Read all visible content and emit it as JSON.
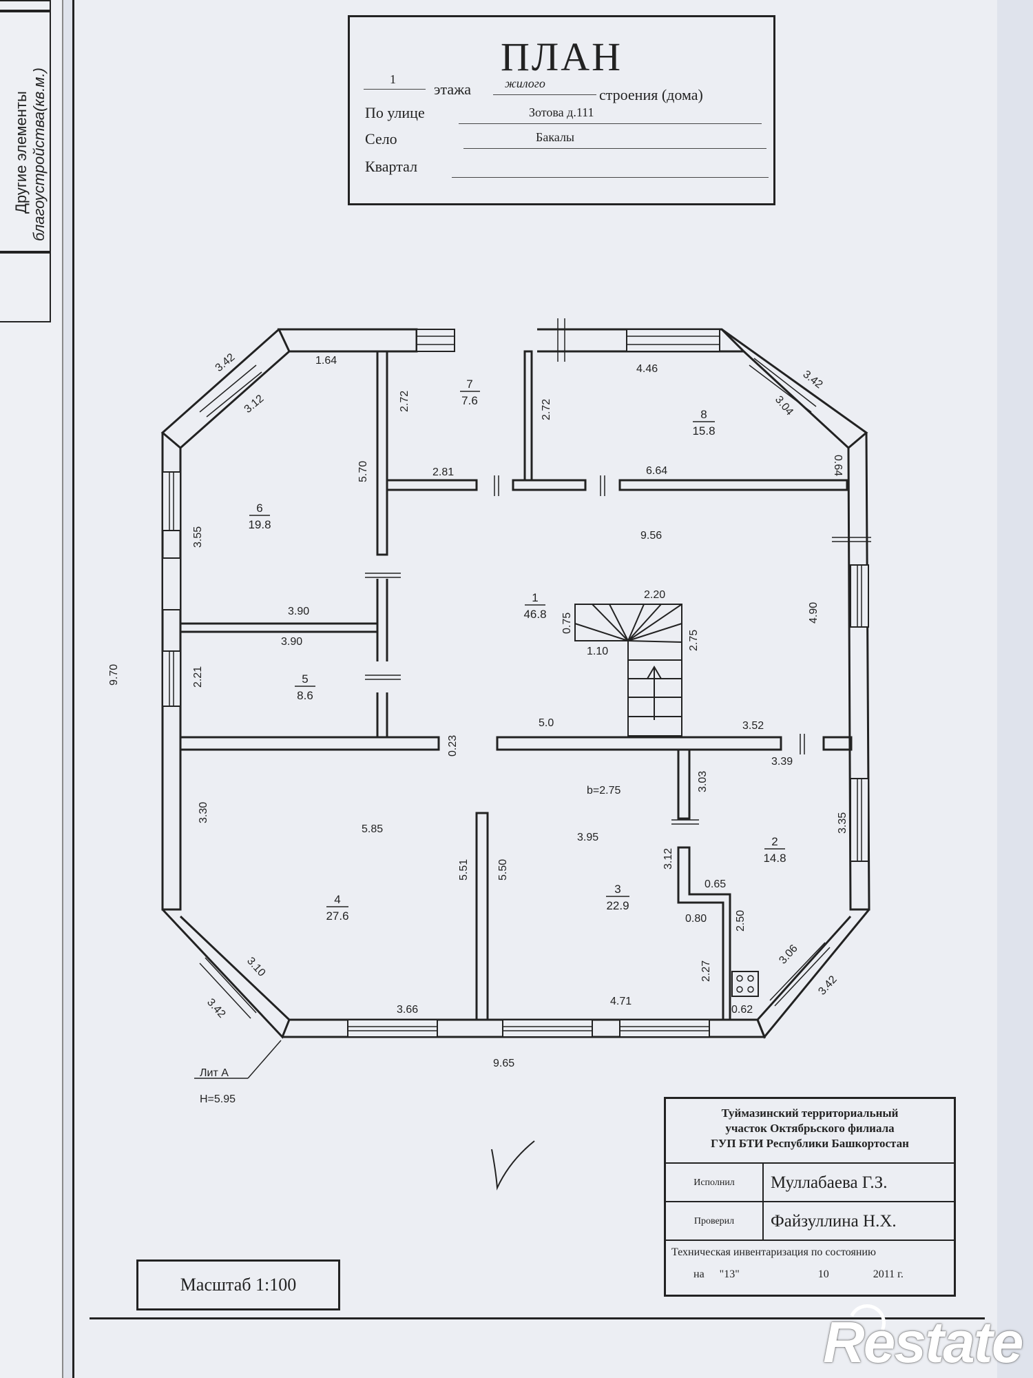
{
  "side_label": {
    "line1": "Другие элементы",
    "line2": "благоустройства(кв.м.)"
  },
  "title": {
    "heading": "ПЛАН",
    "floor_value": "1",
    "floor_label": "этажа",
    "building_value": "жилого",
    "building_label": "строения (дома)",
    "street_label": "По улице",
    "street_value": "Зотова д.111",
    "village_label": "Село",
    "village_value": "Бакалы",
    "quarter_label": "Квартал",
    "quarter_value": ""
  },
  "plan": {
    "rooms": [
      {
        "id": "room-1",
        "number": "1",
        "area": "46.8"
      },
      {
        "id": "room-2",
        "number": "2",
        "area": "14.8"
      },
      {
        "id": "room-3",
        "number": "3",
        "area": "22.9"
      },
      {
        "id": "room-4",
        "number": "4",
        "area": "27.6"
      },
      {
        "id": "room-5",
        "number": "5",
        "area": "8.6"
      },
      {
        "id": "room-6",
        "number": "6",
        "area": "19.8"
      },
      {
        "id": "room-7",
        "number": "7",
        "area": "7.6"
      },
      {
        "id": "room-8",
        "number": "8",
        "area": "15.8"
      }
    ],
    "dimensions": [
      "3.42",
      "1.64",
      "3.12",
      "2.72",
      "2.72",
      "4.46",
      "3.42",
      "3.04",
      "5.70",
      "0.64",
      "2.81",
      "6.64",
      "3.55",
      "9.56",
      "2.20",
      "0.75",
      "4.90",
      "3.90",
      "3.90",
      "1.10",
      "2.75",
      "9.70",
      "2.21",
      "5.0",
      "3.52",
      "0.23",
      "3.39",
      "3.03",
      "3.30",
      "5.85",
      "b=2.75",
      "3.95",
      "3.35",
      "5.51",
      "5.50",
      "3.12",
      "0.65",
      "0.80",
      "2.50",
      "3.06",
      "3.10",
      "2.27",
      "3.42",
      "3.42",
      "3.66",
      "4.71",
      "0.62",
      "9.65"
    ],
    "lit_label": "Лит А",
    "height_label": "H=5.95"
  },
  "stamp": {
    "org_line1": "Туймазинский территориальный",
    "org_line2": "участок Октябрьского филиала",
    "org_line3": "ГУП БТИ Республики Башкортостан",
    "performed_label": "Исполнил",
    "performed_value": "Муллабаева Г.З.",
    "checked_label": "Проверил",
    "checked_value": "Файзуллина Н.Х.",
    "inventory_line": "Техническая инвентаризация по состоянию",
    "date_prefix": "на",
    "date_day": "\"13\"",
    "date_month": "10",
    "date_year": "2011 г."
  },
  "scale": "Масштаб 1:100",
  "watermark": "Restate",
  "colors": {
    "line": "#222222",
    "paper": "#eceef3",
    "background": "#dfe3ec"
  }
}
